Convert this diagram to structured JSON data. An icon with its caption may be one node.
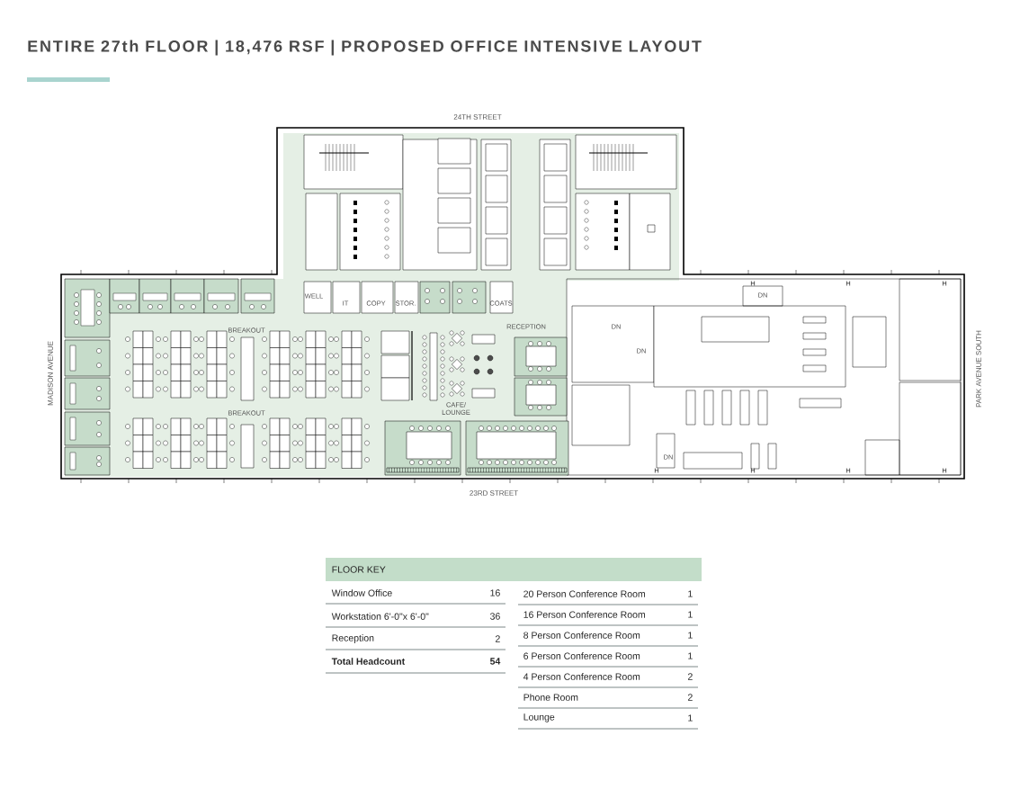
{
  "diagram": {
    "title": "ENTIRE 27th FLOOR | 18,476 RSF | PROPOSED OFFICE INTENSIVE LAYOUT",
    "labels": [
      "24TH STREET",
      "WELL",
      "IT",
      "COPY",
      "STOR.",
      "COATS",
      "H",
      "H",
      "H",
      "DN",
      "RECEPTION",
      "DN",
      "BREAKOUT",
      "DN",
      "MADISON AVENUE",
      "PARK AVENUE SOUTH",
      "BREAKOUT",
      "CAFE/ LOUNGE",
      "DN",
      "H",
      "H",
      "H",
      "H",
      "23RD STREET",
      "FLOOR KEY",
      "Window Office",
      "16",
      "Workstation 6'-0\"x 6'-0\"",
      "36",
      "Reception",
      "2",
      "Total Headcount",
      "54",
      "20 Person Conference Room",
      "1",
      "16 Person Conference Room",
      "1",
      "8 Person Conference Room",
      "1",
      "6 Person Conference Room",
      "1",
      "4 Person Conference Room",
      "2",
      "Phone Room",
      "2",
      "Lounge",
      "1"
    ]
  }
}
